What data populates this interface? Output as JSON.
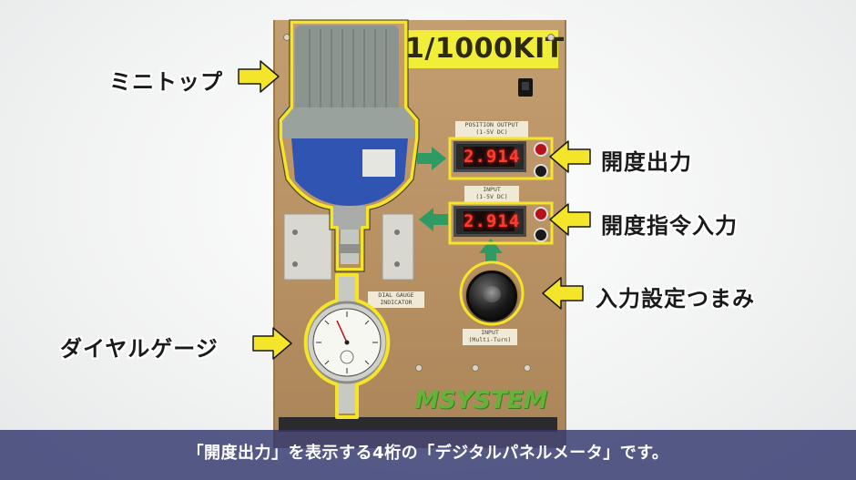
{
  "device": {
    "kit_label": "1/1000KIT",
    "brand": "MSYSTEM",
    "position_output_label": "POSITION OUTPUT\n(1-5V DC)",
    "input_label": "INPUT\n(1-5V DC)",
    "dial_gauge_label": "DIAL GAUGE\nINDICATOR",
    "knob_label": "INPUT\n(Multi-Turn)",
    "top_meter_value": "2.914",
    "bottom_meter_value": "2.914"
  },
  "annotations": {
    "minitop": "ミニトップ",
    "opening_output": "開度出力",
    "opening_command_input": "開度指令入力",
    "input_setting_knob": "入力設定つまみ",
    "dial_gauge": "ダイヤルゲージ"
  },
  "subtitle": "「開度出力」を表示する4桁の「デジタルパネルメータ」です。",
  "colors": {
    "highlight": "#f5e52a",
    "panel": "#b89163",
    "green_arrow": "#2f9a63",
    "subtitle_bg": "#323770"
  }
}
